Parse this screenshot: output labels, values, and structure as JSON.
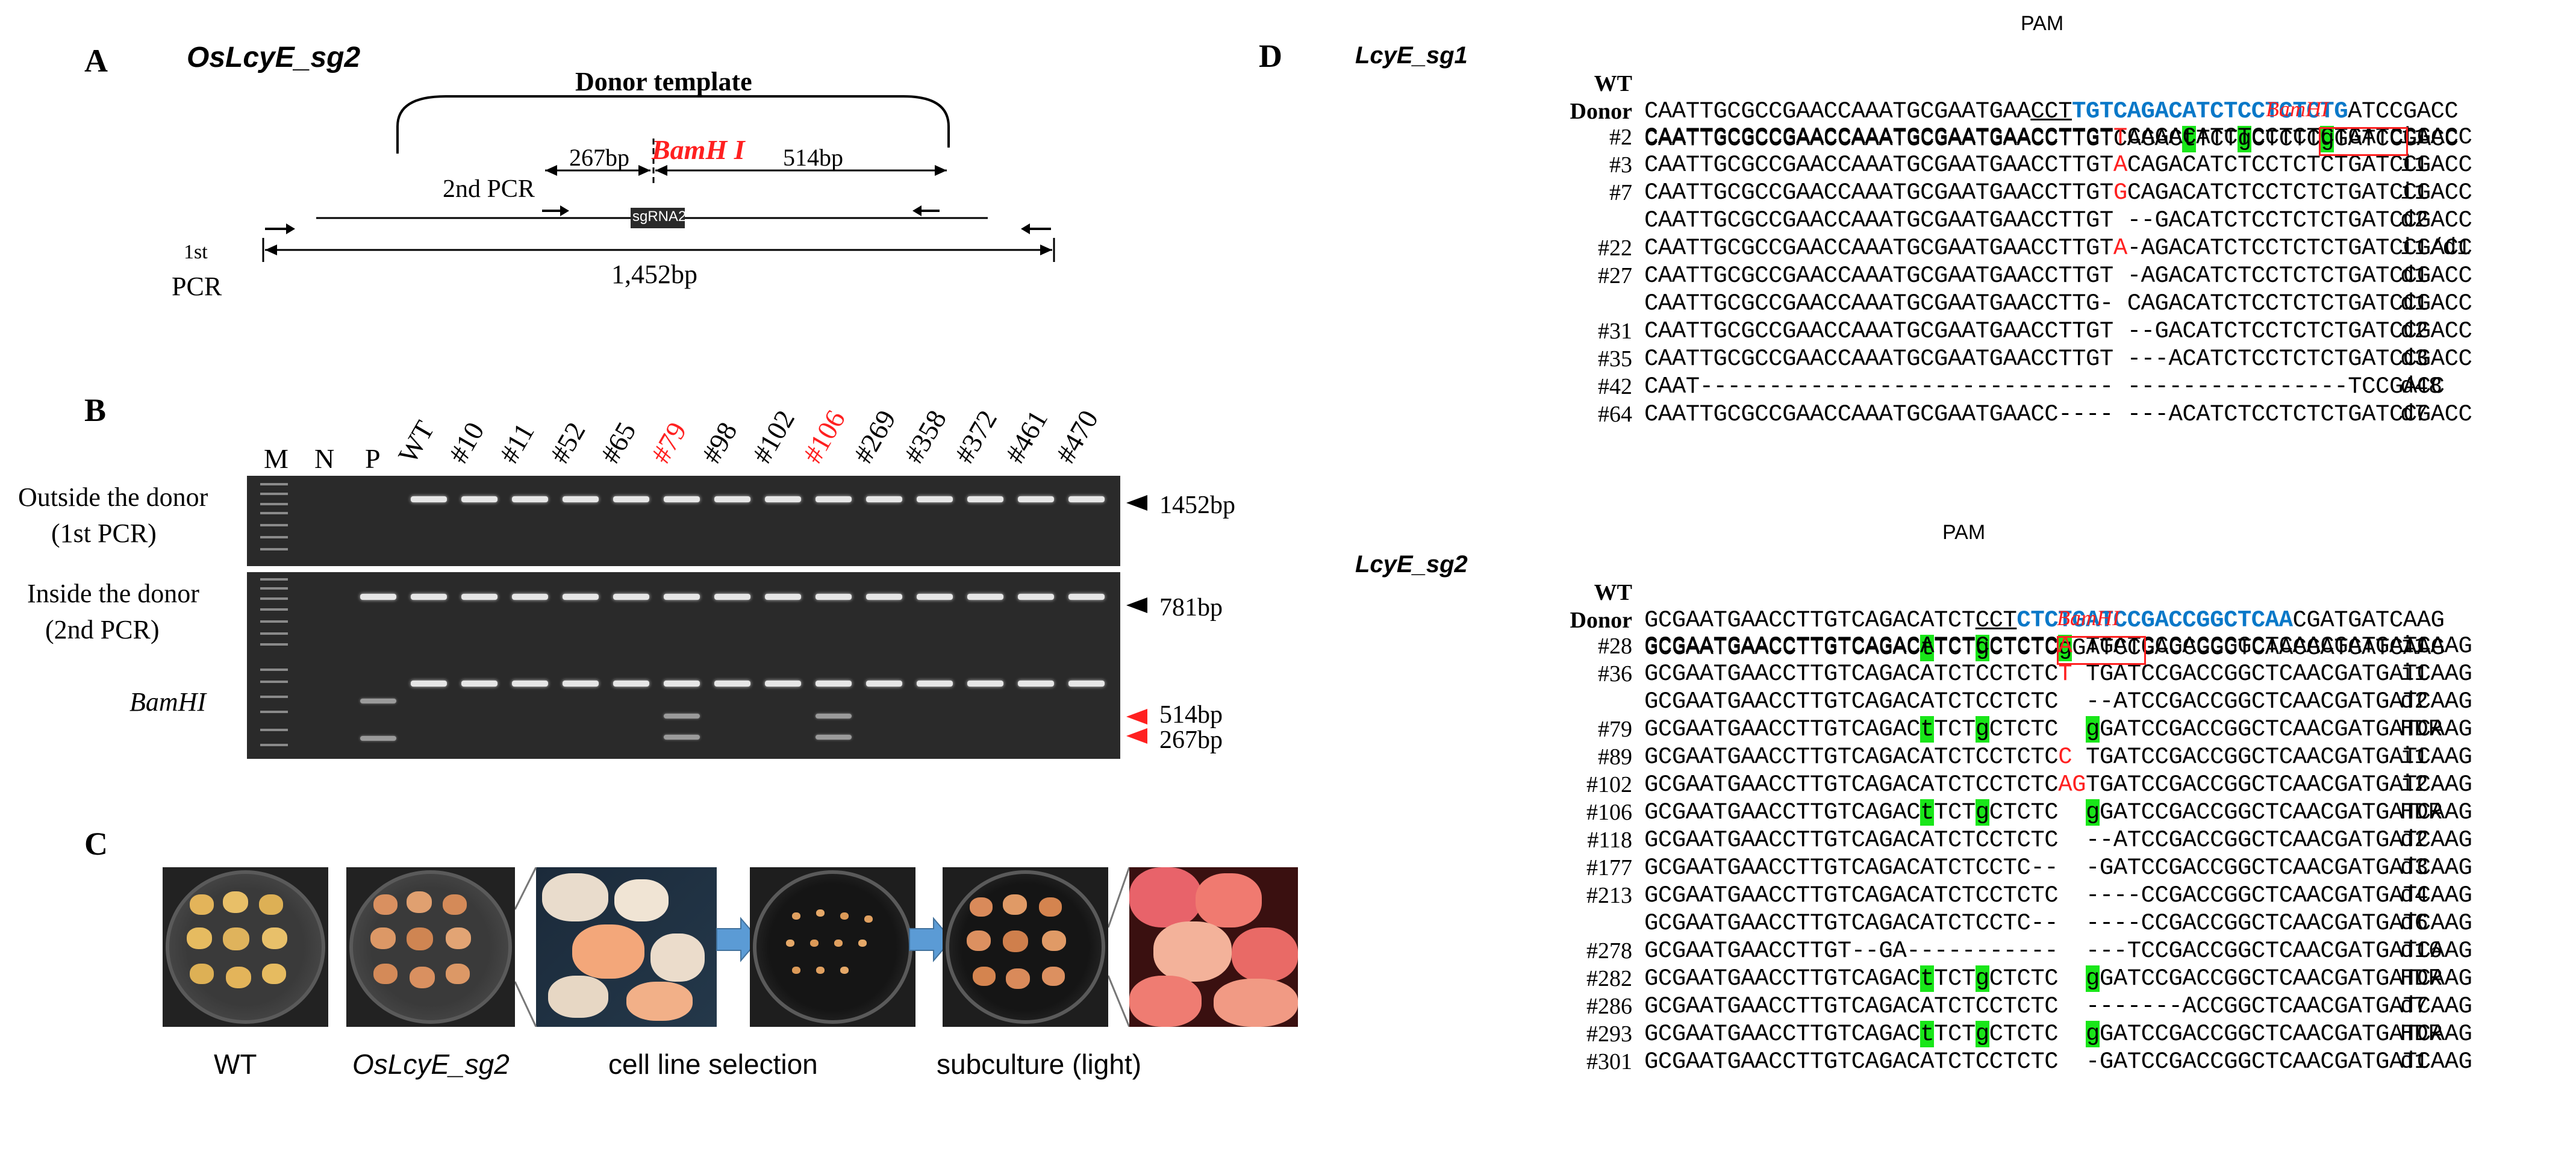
{
  "panelA": {
    "letter": "A",
    "title": "OsLcyE_sg2",
    "donor_template": "Donor template",
    "enzyme": "BamH I",
    "left_len": "267bp",
    "right_len": "514bp",
    "second_pcr": "2nd PCR",
    "sgrna": "sgRNA2",
    "first_pcr_1": "1st",
    "first_pcr_2": "PCR",
    "total_len": "1,452bp"
  },
  "panelB": {
    "letter": "B",
    "lanes": [
      "M",
      "N",
      "P",
      "WT",
      "#10",
      "#11",
      "#52",
      "#65",
      "#79",
      "#98",
      "#102",
      "#106",
      "#269",
      "#358",
      "#372",
      "#461",
      "#470"
    ],
    "red_lanes": [
      "#79",
      "#106"
    ],
    "row1_label_1": "Outside the donor",
    "row1_label_2": "(1st PCR)",
    "row2_label_1": "Inside the donor",
    "row2_label_2": "(2nd PCR)",
    "row3_label": "BamHI",
    "size_1452": "1452bp",
    "size_781": "781bp",
    "size_514": "514bp",
    "size_267": "267bp"
  },
  "panelC": {
    "letter": "C",
    "labels": [
      "WT",
      "OsLcyE_sg2",
      "cell line selection",
      "subculture (light)"
    ]
  },
  "panelD": {
    "letter": "D",
    "sg1": {
      "title": "LcyE_sg1",
      "pam": "PAM",
      "wt_id": "WT",
      "wt_pre": "CAATTGCGCCGAACCAAATGCGAATGAA",
      "wt_pam": "CCT",
      "wt_target": "TGTCAGACATCTCCTCTCTG",
      "wt_post": "ATCCGACC",
      "donor_id": "Donor",
      "donor_seq": "CAATTGCGCCGAACCAAATGCGAATGAACCTTGTCAGACtTCTgCTCTCgGATCCGACC",
      "bamhi": "BamHI",
      "rows": [
        {
          "id": "#2",
          "seq": "CAATTGCGCCGAACCAAATGCGAATGAACCTTGTTCAGACATCTCCTCTCTGATCCGACC",
          "mut": "i1"
        },
        {
          "id": "#3",
          "seq": "CAATTGCGCCGAACCAAATGCGAATGAACCTTGTACAGACATCTCCTCTCTGATCCGACC",
          "mut": "i1"
        },
        {
          "id": "#7",
          "seq": "CAATTGCGCCGAACCAAATGCGAATGAACCTTGTGCAGACATCTCCTCTCTGATCCGACC",
          "mut": "i1"
        },
        {
          "id": "",
          "seq": "CAATTGCGCCGAACCAAATGCGAATGAACCTTGT --GACATCTCCTCTCTGATCCGACC",
          "mut": "d2"
        },
        {
          "id": "#22",
          "seq": "CAATTGCGCCGAACCAAATGCGAATGAACCTTGTA-AGACATCTCCTCTCTGATCCGACC",
          "mut": "i1/d1"
        },
        {
          "id": "#27",
          "seq": "CAATTGCGCCGAACCAAATGCGAATGAACCTTGT -AGACATCTCCTCTCTGATCCGACC",
          "mut": "d1"
        },
        {
          "id": "",
          "seq": "CAATTGCGCCGAACCAAATGCGAATGAACCTTG- CAGACATCTCCTCTCTGATCCGACC",
          "mut": "d1"
        },
        {
          "id": "#31",
          "seq": "CAATTGCGCCGAACCAAATGCGAATGAACCTTGT --GACATCTCCTCTCTGATCCGACC",
          "mut": "d2"
        },
        {
          "id": "#35",
          "seq": "CAATTGCGCCGAACCAAATGCGAATGAACCTTGT ---ACATCTCCTCTCTGATCCGACC",
          "mut": "d3"
        },
        {
          "id": "#42",
          "seq": "CAAT------------------------------ ----------------TCCGACC",
          "mut": "d48"
        },
        {
          "id": "#64",
          "seq": "CAATTGCGCCGAACCAAATGCGAATGAACC---- ---ACATCTCCTCTCTGATCCGACC",
          "mut": "d7"
        }
      ]
    },
    "sg2": {
      "title": "LcyE_sg2",
      "pam": "PAM",
      "wt_id": "WT",
      "wt_pre": "GCGAATGAACCTTGTCAGACATCT",
      "wt_pam": "CCT",
      "wt_target": "CTCTGATCCGACCGGCTCAA",
      "wt_post": "CGATGATCAAG",
      "donor_id": "Donor",
      "donor_seq": "GCGAATGAACCTTGTCAGACtTCTgCTCTCgGATCCGACCGGCTCAACGATGATCAAG",
      "bamhi": "BamHI",
      "rows": [
        {
          "id": "#28",
          "seq": "GCGAATGAACCTTGTCAGACATCTCCTCTCA TGATCCGACCGGCTCAACGATGATCAAG",
          "mut": "i1"
        },
        {
          "id": "#36",
          "seq": "GCGAATGAACCTTGTCAGACATCTCCTCTCT TGATCCGACCGGCTCAACGATGATCAAG",
          "mut": "i1"
        },
        {
          "id": "",
          "seq": "GCGAATGAACCTTGTCAGACATCTCCTCTC  --ATCCGACCGGCTCAACGATGATCAAG",
          "mut": "d2"
        },
        {
          "id": "#79",
          "seq": "GCGAATGAACCTTGTCAGACtTCTgCTCTC  gGATCCGACCGGCTCAACGATGATCAAG",
          "mut": "HDR"
        },
        {
          "id": "#89",
          "seq": "GCGAATGAACCTTGTCAGACATCTCCTCTCC TGATCCGACCGGCTCAACGATGATCAAG",
          "mut": "i1"
        },
        {
          "id": "#102",
          "seq": "GCGAATGAACCTTGTCAGACATCTCCTCTCAGTGATCCGACCGGCTCAACGATGATCAAG",
          "mut": "i2"
        },
        {
          "id": "#106",
          "seq": "GCGAATGAACCTTGTCAGACtTCTgCTCTC  gGATCCGACCGGCTCAACGATGATCAAG",
          "mut": "HDR"
        },
        {
          "id": "#118",
          "seq": "GCGAATGAACCTTGTCAGACATCTCCTCTC  --ATCCGACCGGCTCAACGATGATCAAG",
          "mut": "d2"
        },
        {
          "id": "#177",
          "seq": "GCGAATGAACCTTGTCAGACATCTCCTC--  -GATCCGACCGGCTCAACGATGATCAAG",
          "mut": "d3"
        },
        {
          "id": "#213",
          "seq": "GCGAATGAACCTTGTCAGACATCTCCTCTC  ----CCGACCGGCTCAACGATGATCAAG",
          "mut": "d4"
        },
        {
          "id": "",
          "seq": "GCGAATGAACCTTGTCAGACATCTCCTC--  ----CCGACCGGCTCAACGATGATCAAG",
          "mut": "d6"
        },
        {
          "id": "#278",
          "seq": "GCGAATGAACCTTGT--GA-----------  ---TCCGACCGGCTCAACGATGATCAAG",
          "mut": "d16"
        },
        {
          "id": "#282",
          "seq": "GCGAATGAACCTTGTCAGACtTCTgCTCTC  gGATCCGACCGGCTCAACGATGATCAAG",
          "mut": "HDR"
        },
        {
          "id": "#286",
          "seq": "GCGAATGAACCTTGTCAGACATCTCCTCTC  -------ACCGGCTCAACGATGATCAAG",
          "mut": "d7"
        },
        {
          "id": "#293",
          "seq": "GCGAATGAACCTTGTCAGACtTCTgCTCTC  gGATCCGACCGGCTCAACGATGATCAAG",
          "mut": "HDR"
        },
        {
          "id": "#301",
          "seq": "GCGAATGAACCTTGTCAGACATCTCCTCTC  -GATCCGACCGGCTCAACGATGATCAAG",
          "mut": "d1"
        }
      ]
    }
  },
  "colors": {
    "red": "#ff2020",
    "blue": "#0a78c8",
    "green": "#19e619"
  }
}
